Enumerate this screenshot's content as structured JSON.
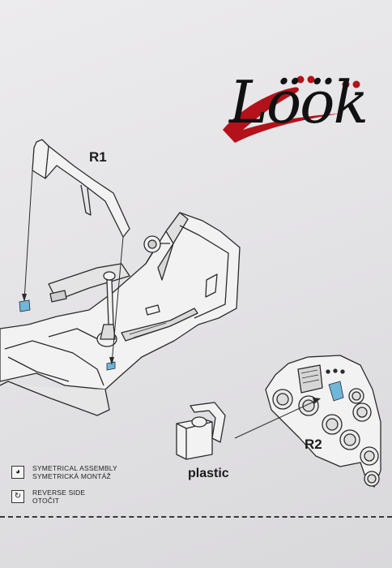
{
  "brand": {
    "logo_text": "Löök"
  },
  "parts": {
    "r1_label": "R1",
    "r2_label": "R2",
    "plastic_label": "plastic"
  },
  "legend": [
    {
      "icon": "symmetry-icon",
      "line1": "SYMETRICAL ASSEMBLY",
      "line2": "SYMETRICKÁ MONTÁŽ"
    },
    {
      "icon": "reverse-icon",
      "line1": "REVERSE SIDE",
      "line2": "OTOČIT"
    }
  ],
  "colors": {
    "logo_swoosh": "#b3121b",
    "logo_dots": "#b3121b",
    "highlight_blue": "#6fb6da",
    "paper": "#e8e7ea"
  }
}
